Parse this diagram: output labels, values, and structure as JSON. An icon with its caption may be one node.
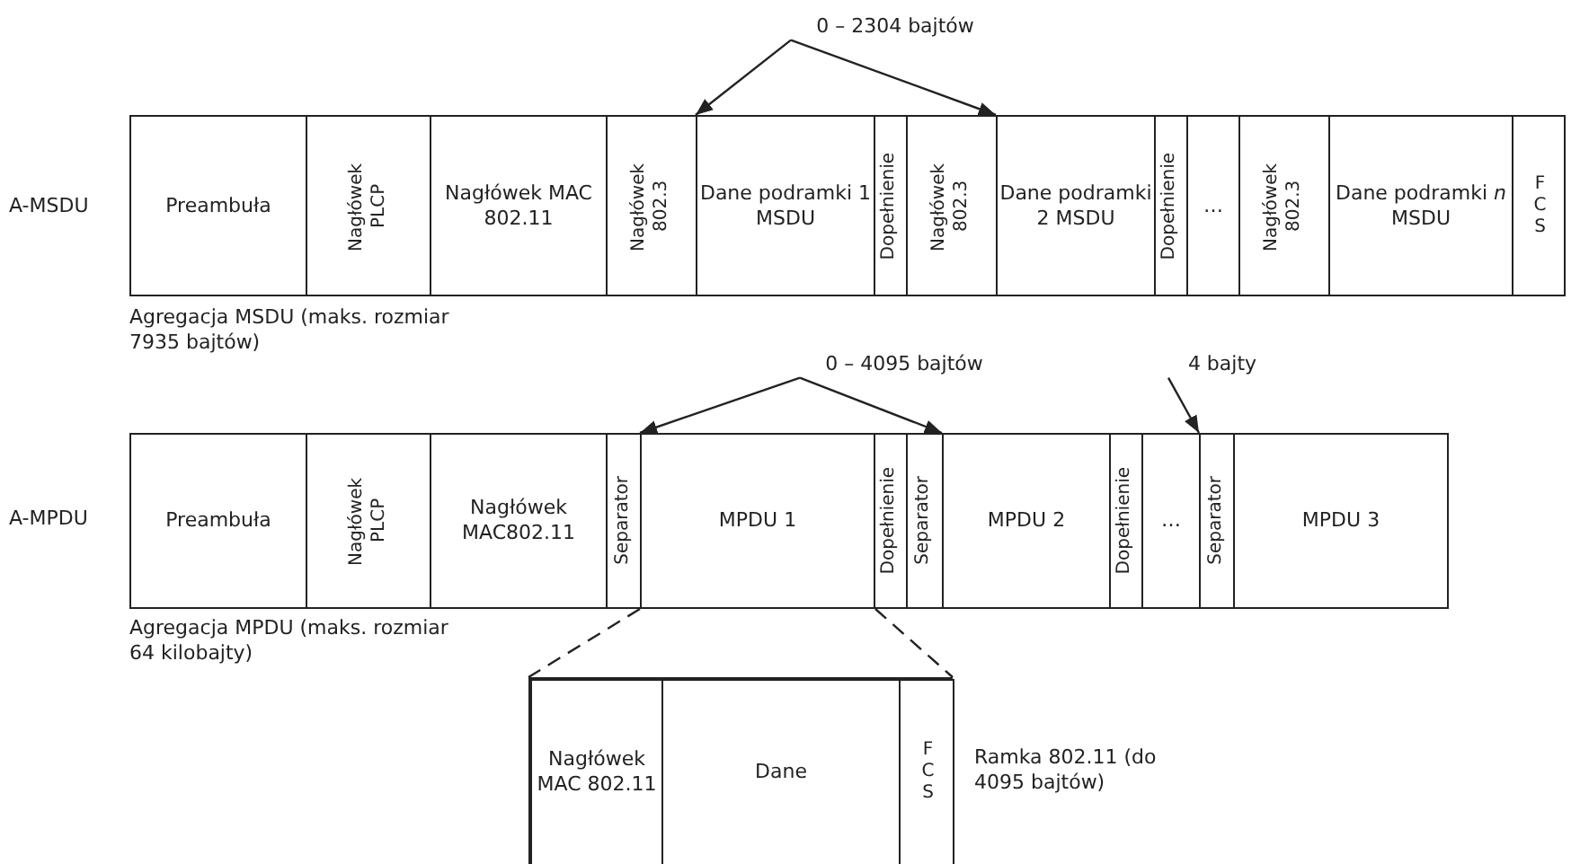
{
  "diagram": {
    "nodes": [
      {
        "text": [
          "Preambuła"
        ]
      },
      {
        "text": [
          "Nagłówek PLCP"
        ]
      },
      {
        "text": [
          "Nagłówek MAC 802.11"
        ]
      },
      {
        "text": [
          "Nagłówek 802.3"
        ]
      },
      {
        "text": [
          "Dane podramki 1 MSDU"
        ]
      },
      {
        "text": [
          "Dopełnienie"
        ]
      },
      {
        "text": [
          "Nagłówek 802.3"
        ]
      },
      {
        "text": [
          "Dane podramki 2 MSDU"
        ]
      },
      {
        "text": [
          "Dopełnienie"
        ]
      },
      {
        "text": [
          "…"
        ]
      },
      {
        "text": [
          "Nagłówek 802.3"
        ]
      },
      {
        "text": [
          "Dane podramki *n* MSDU"
        ]
      },
      {
        "text": [
          "FCS"
        ]
      },
      {
        "text": [
          "Preambuła"
        ]
      },
      {
        "text": [
          "Nagłówek PLCP"
        ]
      },
      {
        "text": [
          "Nagłówek MAC802.11"
        ]
      },
      {
        "text": [
          "Separator"
        ]
      },
      {
        "text": [
          "MPDU 1"
        ]
      },
      {
        "text": [
          "Dopełnienie"
        ]
      },
      {
        "text": [
          "Separator"
        ]
      },
      {
        "text": [
          "MPDU 2"
        ]
      },
      {
        "text": [
          "Dopełnienie"
        ]
      },
      {
        "text": [
          "…"
        ]
      },
      {
        "text": [
          "Separator"
        ]
      },
      {
        "text": [
          "MPDU 3"
        ]
      },
      {
        "text": [],
        "shape": "box",
        "beside": [
          "Ramka 802.11 (do 4095 bajtów)"
        ]
      },
      {
        "text": [
          "Nagłówek MAC 802.11"
        ],
        "in": 25
      },
      {
        "text": [
          "Dane"
        ],
        "in": 25
      },
      {
        "text": [
          "FCS"
        ],
        "in": 25
      },
      {
        "text": [
          "0 – 2304 bajtów"
        ]
      },
      {
        "text": [
          "0 – 4095 bajtów"
        ]
      },
      {
        "text": [
          "4 bajty"
        ]
      }
    ],
    "edges": [
      {
        "from": 29,
        "to": 4,
        "arrow": "to"
      },
      {
        "from": 29,
        "to": 7,
        "arrow": "to"
      },
      {
        "from": 30,
        "to": 17,
        "arrow": "to"
      },
      {
        "from": 30,
        "to": 20,
        "arrow": "to"
      },
      {
        "from": 31,
        "to": 23,
        "arrow": "to"
      },
      {
        "from": 17,
        "to": 25,
        "arrow": "none",
        "style": "dashed"
      },
      {
        "from": 17,
        "to": 25,
        "arrow": "none",
        "style": "dashed"
      }
    ],
    "labels": [
      "A-MSDU",
      "Agregacja MSDU (maks. rozmiar 7935 bajtów)",
      "A-MPDU",
      "Agregacja MPDU (maks. rozmiar 64 kilobajty)"
    ]
  }
}
